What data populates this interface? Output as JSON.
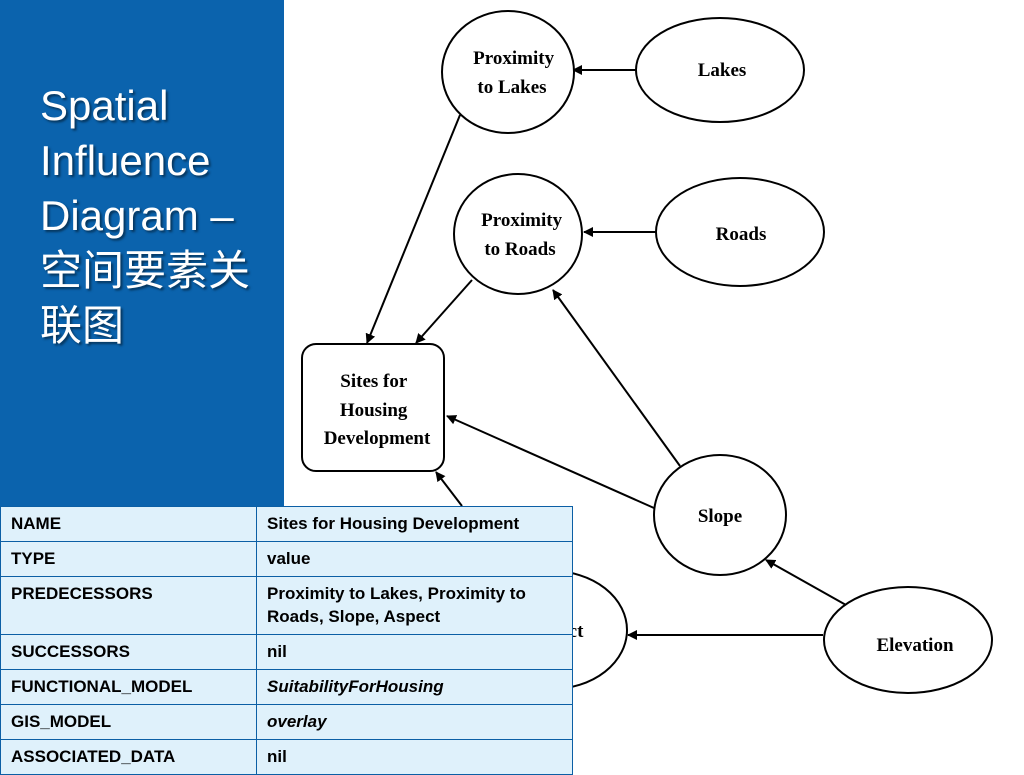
{
  "slide": {
    "title_lines": [
      "Spatial",
      "Influence",
      "Diagram –",
      "空间要素关",
      "联图"
    ]
  },
  "diagram": {
    "nodes": {
      "proximity_lakes": [
        "Proximity",
        "to Lakes"
      ],
      "lakes": [
        "Lakes"
      ],
      "proximity_roads": [
        "Proximity",
        "to Roads"
      ],
      "roads": [
        "Roads"
      ],
      "sites": [
        "Sites for",
        "Housing",
        "Development"
      ],
      "slope": [
        "Slope"
      ],
      "aspect": [
        "Aspect"
      ],
      "elevation": [
        "Elevation"
      ]
    }
  },
  "table": {
    "rows": [
      {
        "key": "NAME",
        "value": "Sites for Housing Development",
        "italic": false
      },
      {
        "key": "TYPE",
        "value": "value",
        "italic": false
      },
      {
        "key": "PREDECESSORS",
        "value": "Proximity to Lakes, Proximity to Roads, Slope, Aspect",
        "italic": false
      },
      {
        "key": "SUCCESSORS",
        "value": "nil",
        "italic": false
      },
      {
        "key": "FUNCTIONAL_MODEL",
        "value": "SuitabilityForHousing",
        "italic": true
      },
      {
        "key": "GIS_MODEL",
        "value": "overlay",
        "italic": true
      },
      {
        "key": "ASSOCIATED_DATA",
        "value": "nil",
        "italic": false
      }
    ]
  }
}
